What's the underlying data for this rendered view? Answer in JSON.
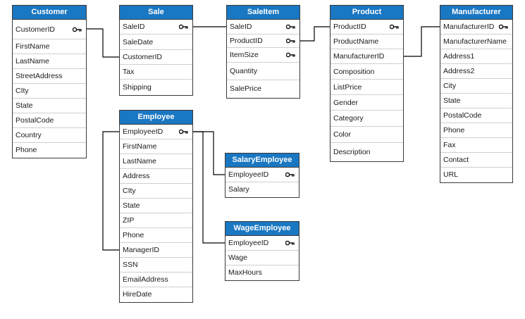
{
  "entities": {
    "customer": {
      "title": "Customer",
      "fields": [
        "CustomerID",
        "FirstName",
        "LastName",
        "StreetAddress",
        "CIty",
        "State",
        "PostalCode",
        "Country",
        "Phone"
      ],
      "keys": [
        "CustomerID"
      ]
    },
    "sale": {
      "title": "Sale",
      "fields": [
        "SaleID",
        "SaleDate",
        "CustomerID",
        "Tax",
        "Shipping"
      ],
      "keys": [
        "SaleID"
      ]
    },
    "saleitem": {
      "title": "SaleItem",
      "fields": [
        "SaleID",
        "ProductID",
        "ItemSize",
        "Quantity",
        "SalePrice"
      ],
      "keys": [
        "SaleID",
        "ProductID",
        "ItemSize"
      ]
    },
    "product": {
      "title": "Product",
      "fields": [
        "ProductID",
        "ProductName",
        "ManufacturerID",
        "Composition",
        "ListPrice",
        "Gender",
        "Category",
        "Color",
        "Description"
      ],
      "keys": [
        "ProductID"
      ]
    },
    "manufacturer": {
      "title": "Manufacturer",
      "fields": [
        "ManufacturerID",
        "ManufacturerName",
        "Address1",
        "Address2",
        "City",
        "State",
        "PostalCode",
        "Phone",
        "Fax",
        "Contact",
        "URL"
      ],
      "keys": [
        "ManufacturerID"
      ]
    },
    "employee": {
      "title": "Employee",
      "fields": [
        "EmployeeID",
        "FirstName",
        "LastName",
        "Address",
        "CIty",
        "State",
        "ZIP",
        "Phone",
        "ManagerID",
        "SSN",
        "EmailAddress",
        "HireDate"
      ],
      "keys": [
        "EmployeeID"
      ]
    },
    "salaryemployee": {
      "title": "SalaryEmployee",
      "fields": [
        "EmployeeID",
        "Salary"
      ],
      "keys": [
        "EmployeeID"
      ]
    },
    "wageemployee": {
      "title": "WageEmployee",
      "fields": [
        "EmployeeID",
        "Wage",
        "MaxHours"
      ],
      "keys": [
        "EmployeeID"
      ]
    }
  },
  "colors": {
    "header": "#1a77c2",
    "header_text": "#ffffff",
    "border": "#3a3a3a",
    "connector": "#000000"
  },
  "icons": {
    "key": "key-icon"
  }
}
